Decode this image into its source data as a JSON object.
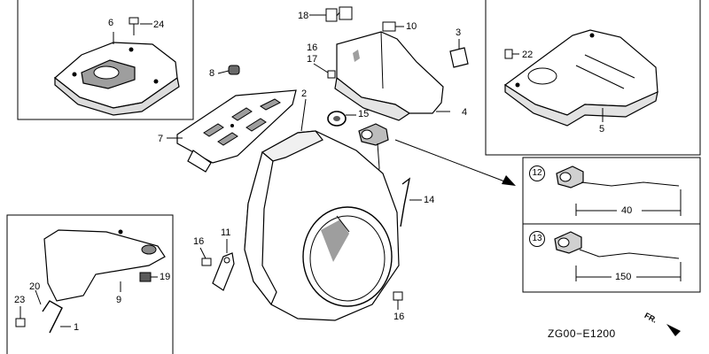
{
  "callouts": {
    "c1": "1",
    "c2": "2",
    "c3": "3",
    "c4": "4",
    "c5": "5",
    "c6": "6",
    "c7": "7",
    "c8": "8",
    "c9": "9",
    "c10": "10",
    "c11": "11",
    "c14": "14",
    "c15": "15",
    "c16a": "16",
    "c16b": "16",
    "c16c": "16",
    "c17": "17",
    "c18": "18",
    "c19": "19",
    "c20": "20",
    "c22": "22",
    "c23": "23",
    "c24": "24"
  },
  "variants": {
    "v12_label": "12",
    "v12_length": "40",
    "v13_label": "13",
    "v13_length": "150"
  },
  "diagram_code": "ZG00−E1200",
  "direction_label": "FR."
}
